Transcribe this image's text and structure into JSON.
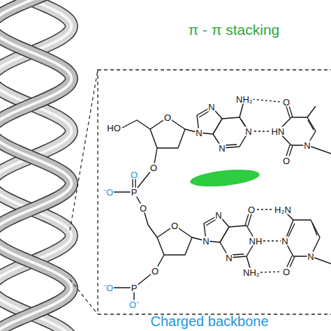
{
  "diagram": {
    "labels": [
      "π - π stacking",
      "HO",
      "O",
      "N",
      "N",
      "NH₂",
      "N",
      "N",
      "O",
      "HN",
      "N",
      "O",
      "O",
      "O",
      "⁻O",
      "P",
      "O",
      "O",
      "N",
      "N",
      "O",
      "NH",
      "NH₂",
      "N",
      "H₂N",
      "N",
      "O",
      "N",
      "O",
      "⁻O",
      "P",
      "O⁻",
      "Charged backbone"
    ]
  }
}
